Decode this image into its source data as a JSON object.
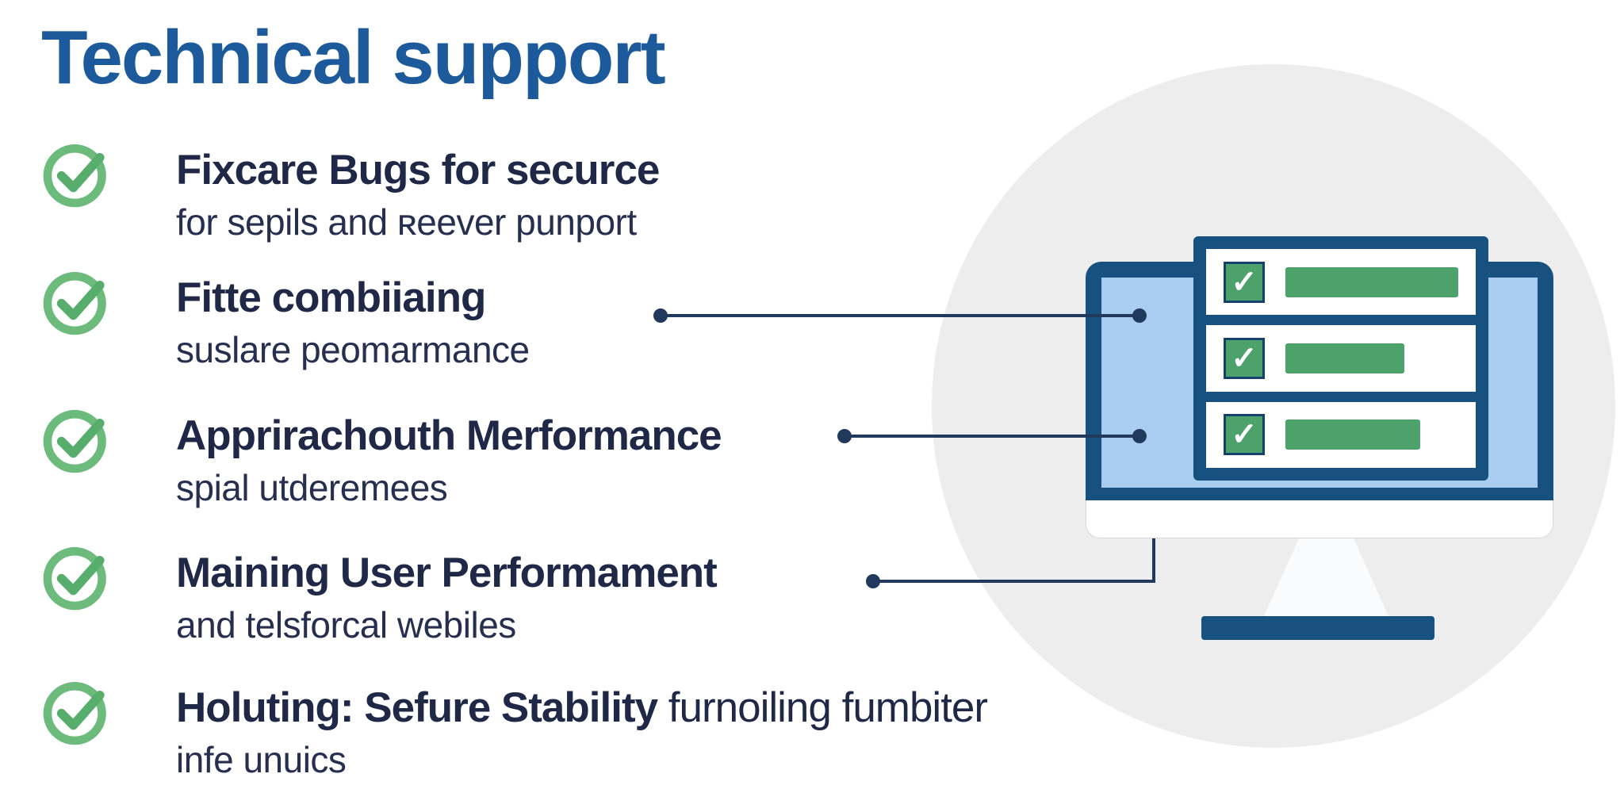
{
  "title": "Technical support",
  "items": [
    {
      "title": "Fixcare Bugs for securce",
      "subtitle": "for sepils and ʀeever punport"
    },
    {
      "title": "Fitte combiiaing",
      "subtitle": "suslare peomarmance"
    },
    {
      "title": "Apprirachouth Merformance",
      "subtitle": "spial utderemees"
    },
    {
      "title": "Maining User Performament",
      "subtitle": "and telsforcal webiles"
    },
    {
      "title": "Holuting: Sefure Stability",
      "title_suffix": " furnoiling fumbiter",
      "subtitle": "infe unuics"
    }
  ],
  "illustration": {
    "type": "monitor-with-checklist",
    "checklist_row_count": 3,
    "checkmark_glyph": "✓"
  },
  "colors": {
    "title_blue": "#1c5a9c",
    "text_navy": "#1f2947",
    "check_green": "#5fb274",
    "monitor_navy": "#17517f",
    "screen_blue": "#a9cdf0",
    "circle_gray": "#ededee",
    "connector_navy": "#21395c",
    "checklist_green": "#4da16b"
  }
}
